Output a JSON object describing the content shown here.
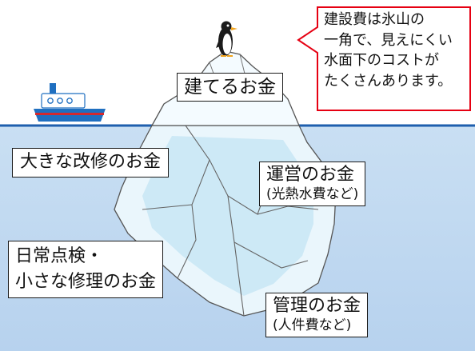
{
  "callout": {
    "lines": [
      "建設費は氷山の",
      "一角で、見えにくい",
      "水面下のコストが",
      "たくさんあります。"
    ],
    "border_color": "#e60012"
  },
  "labels": {
    "build": "建てるお金",
    "renovation": "大きな改修のお金",
    "operation": {
      "main": "運営のお金",
      "sub": "(光熱水費など)"
    },
    "maintenance": {
      "line1": "日常点検・",
      "line2": "小さな修理のお金"
    },
    "management": {
      "main": "管理のお金",
      "sub": "(人件費など)"
    }
  },
  "colors": {
    "sea": "#c5dcf1",
    "waterline": "#1f5fae",
    "ice": "#e9f5fb",
    "ice_edge": "#5b5b5b",
    "ship_hull": "#1f6fc0",
    "ship_stripe": "#d3282e"
  },
  "icons": {
    "ship": "ship-icon",
    "penguin": "penguin-icon"
  }
}
